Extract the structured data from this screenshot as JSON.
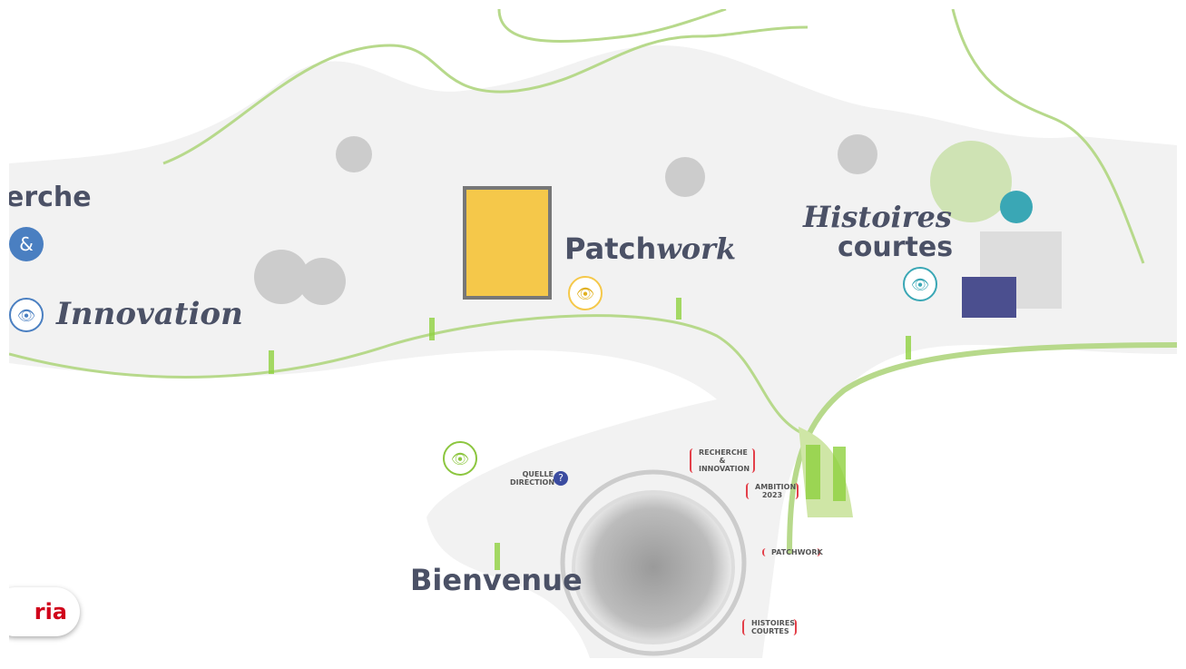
{
  "sections": {
    "recherche": {
      "title_part1": "erche",
      "title_part2": "Innovation",
      "ampersand": "&"
    },
    "patchwork": {
      "title_bold": "Patch",
      "title_italic": "work"
    },
    "histoires": {
      "line1": "Histoires",
      "line2": "courtes"
    },
    "bienvenue": {
      "title": "Bienvenue"
    }
  },
  "hub": {
    "quelle_direction": "QUELLE DIRECTION",
    "help_icon": "?",
    "nav": [
      {
        "label": "RECHERCHE & INNOVATION"
      },
      {
        "label": "AMBITION 2023"
      },
      {
        "label": "PATCHWORK"
      },
      {
        "label": "HISTOIRES COURTES"
      }
    ]
  },
  "logo": {
    "text": "ria"
  },
  "colors": {
    "green": "#8cc63f",
    "blue": "#4a7fc1",
    "yellow": "#f5c84a",
    "teal": "#3aa7b5",
    "red": "#d0021b",
    "text": "#4b5166"
  }
}
